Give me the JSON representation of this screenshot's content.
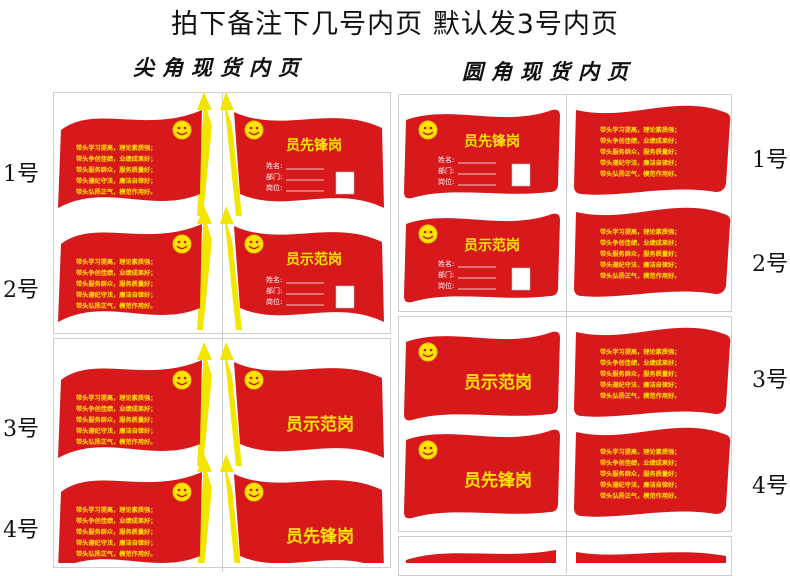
{
  "header": {
    "title": "拍下备注下几号内页  默认发3号内页"
  },
  "left": {
    "heading": "尖角现货内页",
    "labels": [
      "1号",
      "2号",
      "3号",
      "4号"
    ]
  },
  "right": {
    "heading": "圆角现货内页",
    "labels": [
      "1号",
      "2号",
      "3号",
      "4号"
    ]
  },
  "cards": {
    "text_lines": [
      "带头学习提高，理论素质强；",
      "带头争创佳绩，业绩成果好；",
      "带头服务群众，服务质量好；",
      "带头遵纪守法，廉洁自律好；",
      "带头弘扬正气，模范作用好。"
    ],
    "pioneer": "员先锋岗",
    "model": "员示范岗",
    "form": [
      "姓名:",
      "部门:",
      "岗位:"
    ]
  },
  "colors": {
    "flag_red": "#d7191c",
    "gold": "#ffe400",
    "pole": "#f2e600"
  }
}
